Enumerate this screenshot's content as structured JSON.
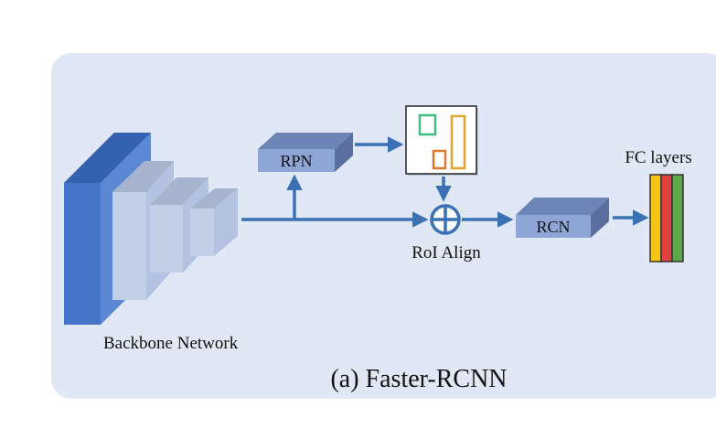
{
  "diagram": {
    "caption": "(a) Faster-RCNN",
    "backbone_label": "Backbone Network",
    "rpn_label": "RPN",
    "roi_align_label": "RoI Align",
    "rcn_label": "RCN",
    "fc_label": "FC layers"
  },
  "colors": {
    "panel": "#dfe8f4",
    "arrow": "#3a70b4",
    "block_front": "#8fa5d6",
    "block_top": "#6f84b6",
    "block_side": "#5a6f9f",
    "backbone_dark": "#3f6ec2",
    "backbone_light": "#c1cfea",
    "fc_yellow": "#f5c518",
    "fc_red": "#e04040",
    "fc_green": "#5aa84a",
    "box_green": "#3fbf7f",
    "box_orange": "#e0782c",
    "box_gold": "#e0a52a"
  }
}
